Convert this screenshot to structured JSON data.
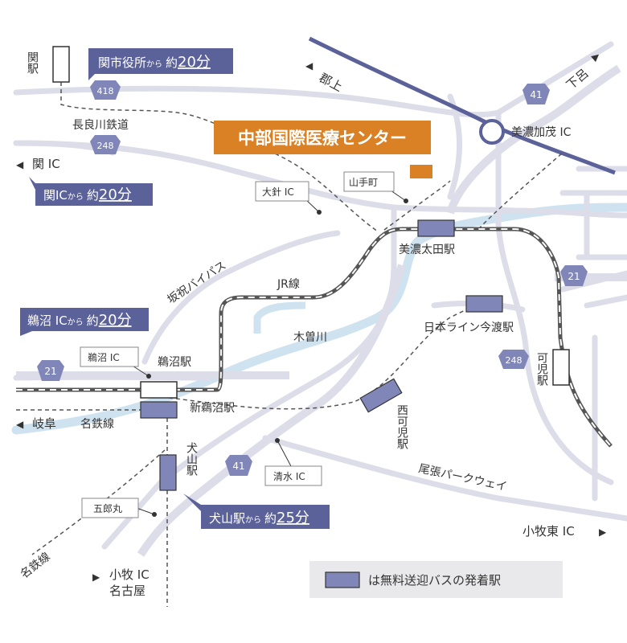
{
  "title": "中部国際医療センター",
  "directions": {
    "gujo": "郡上",
    "gero": "下呂",
    "seki_ic": "関 IC",
    "gifu": "岐阜",
    "komakihigashi_ic": "小牧東 IC",
    "komaki_ic": "小牧 IC",
    "nagoya": "名古屋"
  },
  "routes": {
    "r418": "418",
    "r248_top": "248",
    "r248_right": "248",
    "r41_top": "41",
    "r41_bottom": "41",
    "r21_left": "21",
    "r21_right": "21"
  },
  "lines": {
    "nagaragawa": "長良川鉄道",
    "jr": "JR線",
    "meitetsu_left": "名鉄線",
    "meitetsu_bottom": "名鉄線",
    "sakahogi_bypass": "坂祝バイパス",
    "owari_parkway": "尾張パークウェイ",
    "kiso_river": "木曽川"
  },
  "stations": {
    "seki": "関駅",
    "minoota": "美濃太田駅",
    "unuma": "鵜沼駅",
    "shin_unuma": "新鵜沼駅",
    "inuyama": "犬山駅",
    "nihonrain_imawatari": "日本ライン今渡駅",
    "kani": "可児駅",
    "nishikani": "西可児駅"
  },
  "places": {
    "minokamo_ic": "美濃加茂 IC",
    "yamatecho": "山手町",
    "ohari_ic": "大針 IC",
    "unuma_ic": "鵜沼 IC",
    "shimizu_ic": "清水 IC",
    "gorobamaru": "五郎丸"
  },
  "callouts": {
    "seki_city": {
      "place": "関市役所",
      "from": "から",
      "about": "約",
      "minutes": "20分"
    },
    "seki_ic": {
      "place": "関IC",
      "from": "から",
      "about": "約",
      "minutes": "20分"
    },
    "unuma_ic": {
      "place": "鵜沼 IC",
      "from": "から",
      "about": "約",
      "minutes": "20分"
    },
    "inuyama": {
      "place": "犬山駅",
      "from": "から",
      "about": "約",
      "minutes": "25分"
    }
  },
  "legend": {
    "text": "は無料送迎バスの発着駅"
  },
  "colors": {
    "orange": "#D98124",
    "navy": "#5B6199",
    "road": "#DCDDE8",
    "river": "#CFE2EF",
    "station_fill": "#8087B8"
  }
}
